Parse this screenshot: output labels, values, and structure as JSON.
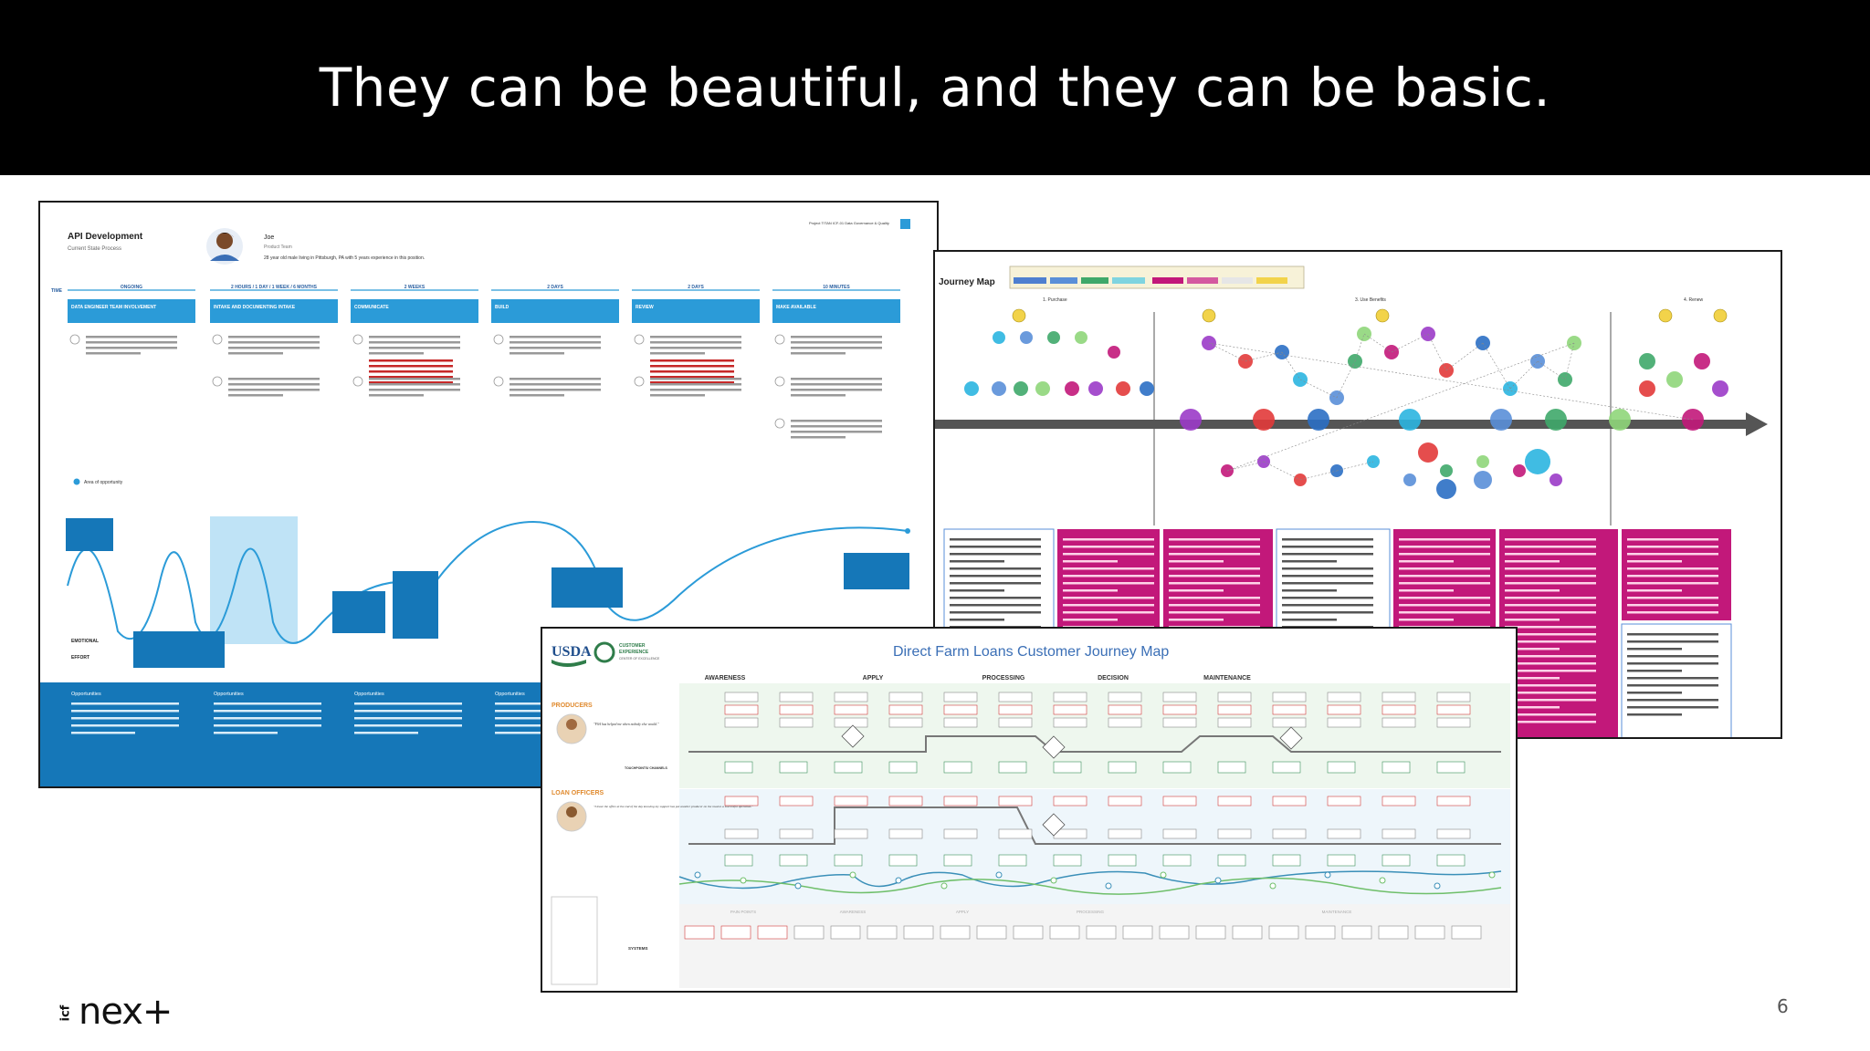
{
  "slide": {
    "title": "They can be beautiful, and they can be basic.",
    "page_number": "6",
    "logo_small": "icf",
    "logo_main": "nex+"
  },
  "api_map": {
    "title": "API Development",
    "subtitle": "Current State Process",
    "persona_name": "Joe",
    "persona_role": "Product Team",
    "persona_bio": "28 year old male living in Pittsburgh, PA with 5 years experience in this position.",
    "top_right": "Project TITAN ICF-01 Data Governance & Quality",
    "time_label": "TIME",
    "durations": [
      "ONGOING",
      "2 HOURS / 1 DAY / 1 WEEK / 6 MONTHS",
      "2 WEEKS",
      "2 DAYS",
      "2 DAYS",
      "10 MINUTES"
    ],
    "phases": [
      "DATA ENGINEER TEAM INVOLVEMENT",
      "INTAKE AND DOCUMENTING INTAKE",
      "COMMUNICATE",
      "BUILD",
      "REVIEW",
      "MAKE AVAILABLE"
    ],
    "area_label": "Area of opportunity",
    "emotional_label": "EMOTIONAL",
    "effort_label": "EFFORT",
    "opportunities_label": "Opportunities"
  },
  "health_map": {
    "title": "Journey Map",
    "stages": [
      "1. Purchase",
      "3. Use Benefits",
      "4. Renew"
    ]
  },
  "usda_map": {
    "org": "USDA",
    "cx_line1": "CUSTOMER",
    "cx_line2": "EXPERIENCE",
    "cx_line3": "CENTER OF EXCELLENCE",
    "title": "Direct Farm Loans Customer Journey Map",
    "stages": [
      "AWARENESS",
      "APPLY",
      "PROCESSING",
      "DECISION",
      "MAINTENANCE"
    ],
    "lane_producers": "PRODUCERS",
    "lane_loan_officers": "LOAN OFFICERS",
    "lane_touchpoints": "TOUCHPOINTS/ CHANNELS",
    "lane_systems": "SYSTEMS",
    "quote_producer": "\"FSA has helped me when nobody else would.\"",
    "quote_officer": "\"I leave the office at the end of the day knowing my support has put another producer on the road to a successful operation.\"",
    "bottom_tags": [
      "PAIN POINTS",
      "AWARENESS",
      "APPLY",
      "PROCESSING",
      "MAINTENANCE"
    ]
  },
  "colors": {
    "api_blue": "#2b9bd8",
    "api_navy": "#1577b8",
    "health_magenta": "#c2187a",
    "health_blue": "#5a8fd8",
    "usda_green": "#2f7d4a",
    "usda_blue": "#3b6fb6",
    "usda_orange": "#e08a2e"
  }
}
